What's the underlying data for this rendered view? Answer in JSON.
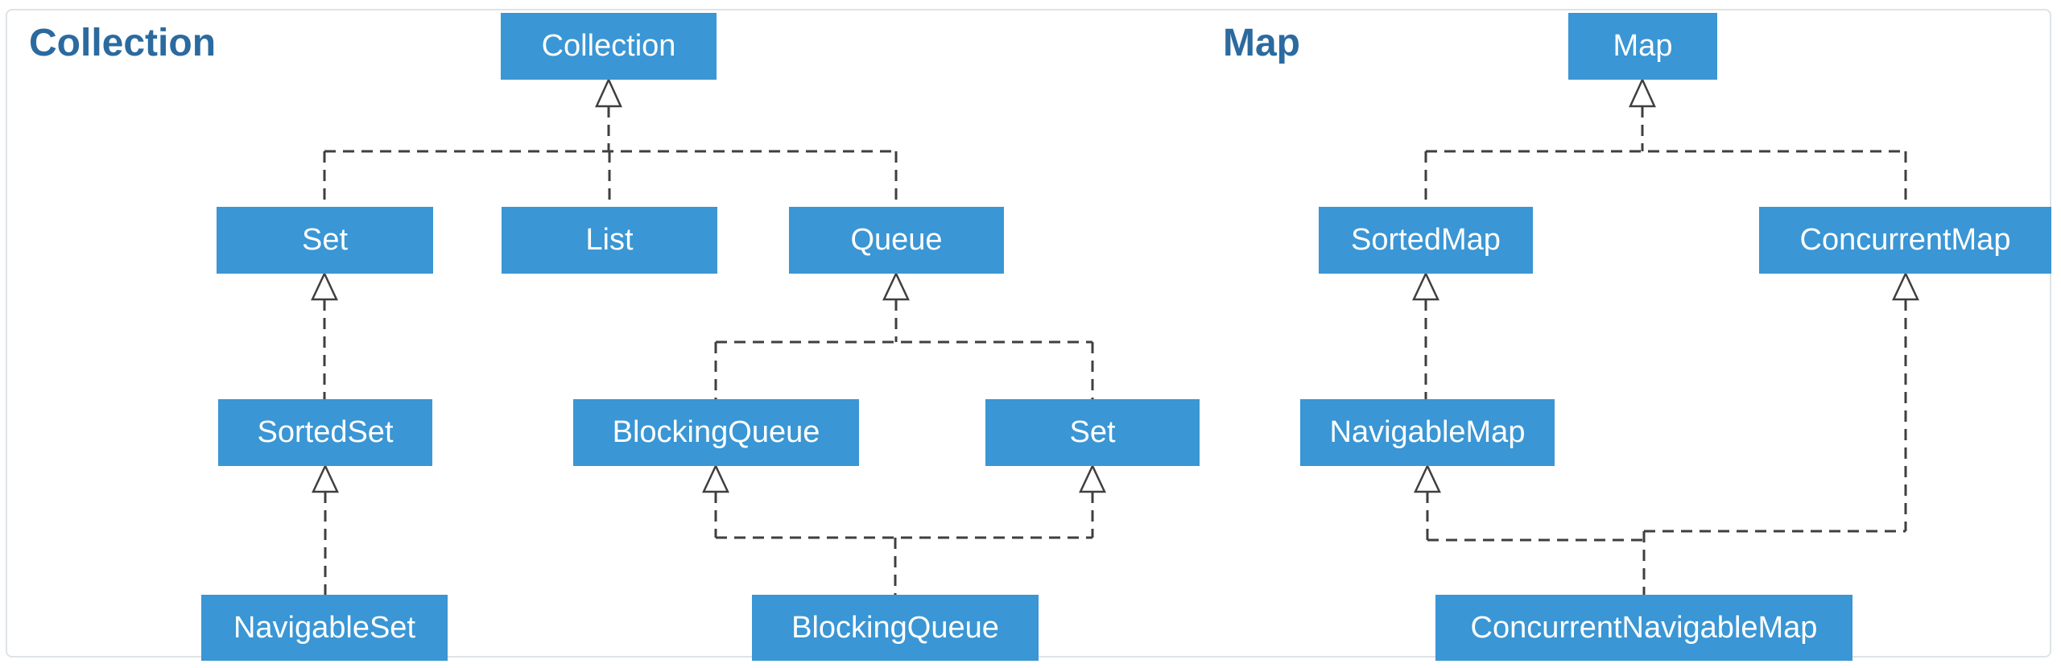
{
  "colors": {
    "node_fill": "#3a96d4",
    "node_text": "#ffffff",
    "title_text": "#2b6a9f",
    "connector": "#3f3f3f",
    "frame_border": "#dee3e7",
    "background": "#ffffff"
  },
  "diagrams": [
    {
      "title": "Collection",
      "nodes": {
        "collection": "Collection",
        "set": "Set",
        "list": "List",
        "queue": "Queue",
        "sorted_set": "SortedSet",
        "blocking_queue": "BlockingQueue",
        "queue_set": "Set",
        "navigable_set": "NavigableSet",
        "blocking_queue_impl": "BlockingQueue"
      }
    },
    {
      "title": "Map",
      "nodes": {
        "map": "Map",
        "sorted_map": "SortedMap",
        "concurrent_map": "ConcurrentMap",
        "navigable_map": "NavigableMap",
        "concurrent_navigable_map": "ConcurrentNavigableMap"
      }
    }
  ]
}
